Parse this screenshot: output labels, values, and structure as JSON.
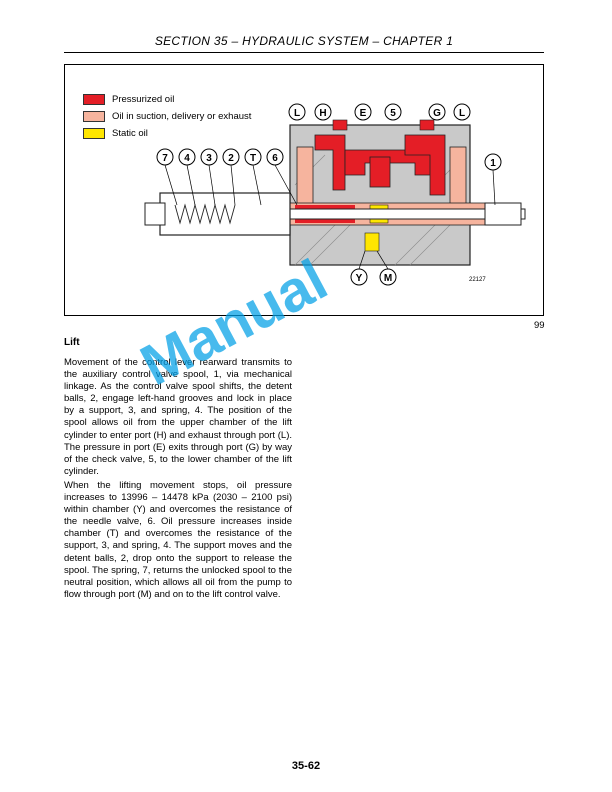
{
  "header": {
    "title": "SECTION 35 – HYDRAULIC SYSTEM – CHAPTER 1"
  },
  "figure": {
    "legend": [
      {
        "label": "Pressurized oil",
        "color": "#e41e26"
      },
      {
        "label": "Oil in suction, delivery or exhaust",
        "color": "#f6b49e"
      },
      {
        "label": "Static oil",
        "color": "#ffe600"
      }
    ],
    "callouts_top": [
      "7",
      "4",
      "3",
      "2",
      "T",
      "6"
    ],
    "callouts_ports": [
      "L",
      "H",
      "E",
      "5",
      "G",
      "L"
    ],
    "callout_right": "1",
    "callouts_bottom": [
      "Y",
      "M"
    ],
    "drawing_number": "22127",
    "figure_number": "99"
  },
  "content": {
    "section_title": "Lift",
    "paragraph_1": "Movement of the control lever rearward transmits to the auxiliary control valve spool, 1, via mechanical linkage. As the control valve spool shifts, the detent balls, 2, engage left-hand grooves and lock in place by a support, 3, and spring, 4. The position of the spool allows oil from the upper chamber of the lift cylinder to enter port (H) and exhaust through port (L). The pressure in port (E) exits through port (G) by way of the check valve, 5, to the lower chamber of the lift cylinder.",
    "paragraph_2": "When the lifting movement stops, oil pressure increases to 13996 – 14478 kPa (2030 – 2100 psi) within chamber (Y) and overcomes the resistance of the needle valve, 6. Oil pressure increases inside chamber (T) and overcomes the resistance of the support, 3, and spring, 4. The support moves and the detent balls, 2, drop onto the support to release the spool. The spring, 7, returns the unlocked spool to the neutral position, which allows all oil from the pump to flow through port (M) and on to the lift control valve."
  },
  "footer": {
    "page_number": "35-62"
  },
  "watermark": {
    "text": "Manual"
  }
}
